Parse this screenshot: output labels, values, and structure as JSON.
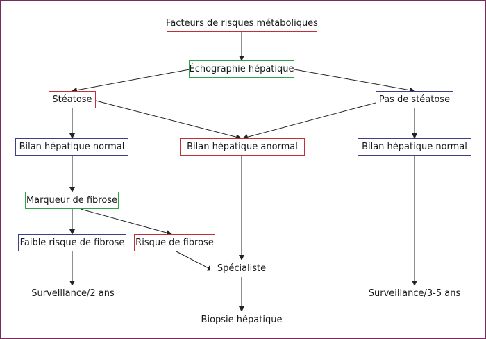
{
  "nodes": {
    "metabolic_risk": "Facteurs de risques métaboliques",
    "ultrasound": "Échographie hépatique",
    "steatosis": "Stéatose",
    "no_steatosis": "Pas de stéatose",
    "normal_left": "Bilan hépatique normal",
    "abnormal": "Bilan hépatique anormal",
    "normal_right": "Bilan hépatique normal",
    "fibrosis_marker": "Marqueur de fibrose",
    "low_fibrosis_risk": "Faible risque de fibrose",
    "fibrosis_risk": "Risque de fibrose",
    "specialist": "Spécialiste",
    "surveillance_2": "Survelllance/2 ans",
    "surveillance_3_5": "Surveillance/3-5 ans",
    "biopsy": "Biopsie hépatique"
  },
  "colors": {
    "red_box": "#c0303a",
    "green_box": "#2fa14a",
    "blue_box": "#3b3f8c",
    "frame": "#7a2a5a",
    "arrow": "#222222"
  }
}
